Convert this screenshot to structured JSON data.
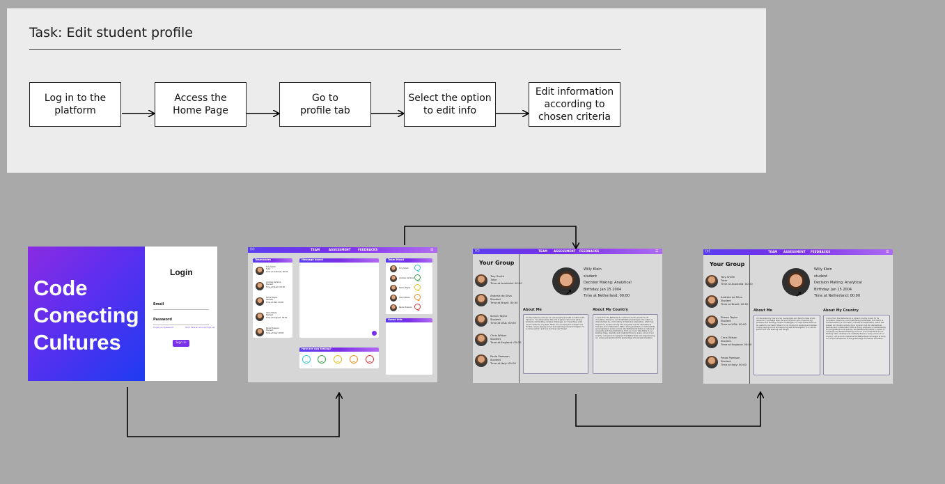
{
  "task": {
    "title": "Task: Edit student profile",
    "steps": [
      "Log in to the\nplatform",
      "Access the\nHome Page",
      "Go to\nprofile tab",
      "Select the option\nto edit info",
      "Edit information\naccording to\nchosen criteria"
    ]
  },
  "login_screen": {
    "brand_lines": [
      "Code",
      "Conecting",
      "Cultures"
    ],
    "heading": "Login",
    "email_label": "Email",
    "password_label": "Password",
    "forgot_link": "Forgot your password?",
    "register_link": "Don't have an account? Sign up!",
    "signin_label": "Sign in"
  },
  "home_screen": {
    "logo": "(c)",
    "nav": [
      "TEAM",
      "ASSESSMENT",
      "FEEDBACKS"
    ],
    "teammates_title": "Teammates",
    "message_board_title": "Message board",
    "team_mood_title": "Team Mood",
    "game_info_title": "Game Info",
    "feeling_title": "How are you feeling?",
    "teammates": [
      [
        "Tory Smith",
        "Tutor",
        "Time at Australia: 00:00"
      ],
      [
        "Andreia da Silva",
        "Student",
        "Time at Brazil: 00:00"
      ],
      [
        "Simon Taylor",
        "Student",
        "Time at USA: 00:00"
      ],
      [
        "Chris Wilson",
        "Student",
        "Time at England: 00:00"
      ],
      [
        "Paula Powsson",
        "Student",
        "Time at Italy: 00:00"
      ]
    ],
    "mood_names": [
      "Tory Smith",
      "Andreia da Silva",
      "Simon Taylor",
      "Chris Wilson",
      "Paula Powsson"
    ]
  },
  "profile_screen": {
    "logo": "(c)",
    "nav": [
      "TEAM",
      "ASSESSMENT",
      "FEEDBACKS"
    ],
    "group_title": "Your Group",
    "members": [
      [
        "Tory Smith",
        "Tutor",
        "Time at Australia: 00:00"
      ],
      [
        "Andreia da Silva",
        "Student",
        "Time at Brazil: 00:00"
      ],
      [
        "Simon Taylor",
        "Student",
        "Time at USA: 00:00"
      ],
      [
        "Chris Wilson",
        "Student",
        "Time at England: 00:00"
      ],
      [
        "Paula Powsson",
        "Student",
        "Time at Italy: 00:00"
      ]
    ],
    "name": "Willy Klein",
    "role": "student",
    "decision": "Decision Making: Analytical",
    "birthday": "Birthday: Jan 15 2004",
    "time": "Time at Netherland: 00:00",
    "about_me_title": "About Me",
    "about_country_title": "About My Country",
    "about_me_text": "I'm fascinated by how we can use analysis and data to make smart decisions. I've always been the kind of person who loves solving problems and tackling complex challenges, so I hope these skills can be useful for our team. When I'm not diving into analysis and studies, I enjoy playing soccer and exploring new technologies. I'm a curious person and love learning new things!",
    "about_country_text": "I come from the Netherlands, a vibrant country known for its innovation, tolerance, and breathtaking landscapes. Our nation is characterized by a rich history of trade and exploration, which has shaped our modern society into a dynamic hub for international business and collaboration. With a strong emphasis on sustainability and progressive social policies, the Netherlands fosters a culture of inclusivity and forward-thinking. From our iconic tulip fields to our bustling cities, diversity and creativity thrive in every corner of our country. I am proud to represent the Netherlands and eager to bring our unique perspective to the global stage of business simulation."
  },
  "colors": {
    "accent": "#6a35ea",
    "canvas": "#a9a9a9",
    "card": "#ececec"
  }
}
